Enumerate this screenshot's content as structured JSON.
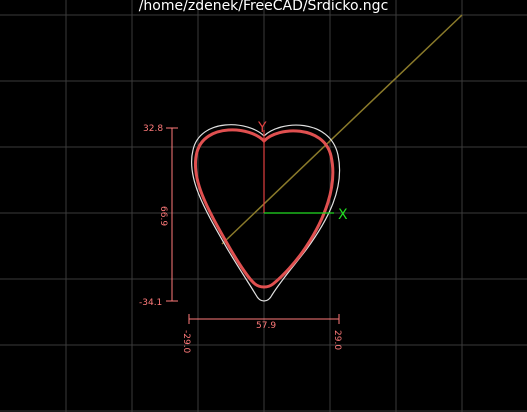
{
  "window": {
    "title": "/home/zdenek/FreeCAD/Srdicko.ngc"
  },
  "colors": {
    "background": "#000000",
    "grid": "#3a3a3a",
    "toolpath": "#e0e0e0",
    "model_path": "#e05050",
    "rapid_move": "#8a7a2a",
    "axis_x": "#22dd22",
    "axis_y": "#e04040",
    "dimension": "#ff7a7a"
  },
  "axes": {
    "x_label": "X",
    "y_label": "Y"
  },
  "dimensions": {
    "y_max": "32.8",
    "y_min": "-34.1",
    "y_extent": "66.9",
    "x_min": "-29.0",
    "x_max": "29.0",
    "x_extent": "57.9"
  }
}
